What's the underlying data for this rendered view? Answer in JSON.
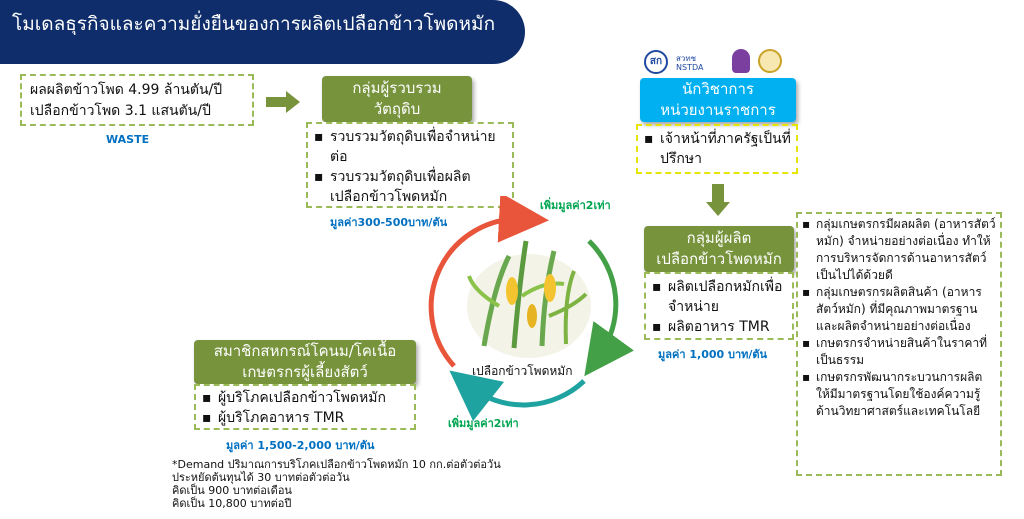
{
  "title": "โมเดลธุรกิจและความยั่งยืนของการผลิตเปลือกข้าวโพดหมัก",
  "waste_box": {
    "lines": [
      "ผลผลิตข้าวโพด 4.99 ล้านตัน/ปี",
      "เปลือกข้าวโพด 3.1 แสนตัน/ปี"
    ],
    "label": "WASTE"
  },
  "collectors": {
    "title_lines": [
      "กลุ่มผู้รวบรวม",
      "วัตถุดิบ"
    ],
    "items": [
      "รวบรวมวัตถุดิบเพื่อจำหน่ายต่อ",
      "รวบรวมวัตถุดิบเพื่อผลิตเปลือกข้าวโพดหมัก"
    ],
    "value_label": "มูลค่า300-500บาท/ตัน"
  },
  "academics": {
    "title_lines": [
      "นักวิชาการ",
      "หน่วยงานราชการ"
    ],
    "items": [
      "เจ้าหน้าที่ภาครัฐเป็นที่ปรึกษา"
    ]
  },
  "logos": [
    "สก",
    "สวทช NSTDA",
    "",
    ""
  ],
  "producers": {
    "title_lines": [
      "กลุ่มผู้ผลิต",
      "เปลือกข้าวโพดหมัก"
    ],
    "items": [
      "ผลิตเปลือกหมักเพื่อจำหน่าย",
      "ผลิตอาหาร TMR"
    ],
    "value_label": "มูลค่า 1,000 บาท/ตัน"
  },
  "benefits": {
    "items": [
      "กลุ่มเกษตรกรมีผลผลิต (อาหารสัตว์หมัก) จำหน่ายอย่างต่อเนื่อง ทำให้การบริหารจัดการด้านอาหารสัตว์เป็นไปได้ด้วยดี",
      "กลุ่มเกษตรกรผลิตสินค้า (อาหารสัตว์หมัก) ที่มีคุณภาพมาตรฐาน และผลิตจำหน่ายอย่างต่อเนื่อง",
      "เกษตรกรจำหน่ายสินค้าในราคาที่เป็นธรรม",
      "เกษตรกรพัฒนากระบวนการผลิตให้มีมาตรฐานโดยใช้องค์ความรู้ด้านวิทยาศาสตร์และเทคโนโลยี"
    ]
  },
  "farmers": {
    "title_lines": [
      "สมาชิกสหกรณ์โคนม/โคเนื้อ",
      "เกษตรกรผู้เลี้ยงสัตว์"
    ],
    "items": [
      "ผู้บริโภคเปลือกข้าวโพดหมัก",
      "ผู้บริโภคอาหาร TMR"
    ],
    "value_label": "มูลค่า 1,500-2,000 บาท/ตัน"
  },
  "cycle": {
    "center_label": "เปลือกข้าวโพดหมัก",
    "top_label": "เพิ่มมูลค่า2เท่า",
    "bottom_label": "เพิ่มมูลค่า2เท่า"
  },
  "demand_note": [
    "*Demand ปริมาณการบริโภคเปลือกข้าวโพดหมัก 10 กก.ต่อตัวต่อวัน",
    "ประหยัดต้นทุนได้ 30 บาทต่อตัวต่อวัน",
    "คิดเป็น 900 บาทต่อเดือน",
    "คิดเป็น 10,800 บาทต่อปี"
  ],
  "colors": {
    "title_bg": "#0f2d6b",
    "green_header": "#77933c",
    "blue_header": "#00b0f0",
    "dashed_border": "#9bbb59",
    "arrow_green": "#77933c",
    "value_blue": "#0070c0",
    "value_green": "#00a651",
    "cycle_red": "#e8553a",
    "cycle_green": "#43a047",
    "cycle_teal": "#1fa3a0"
  }
}
